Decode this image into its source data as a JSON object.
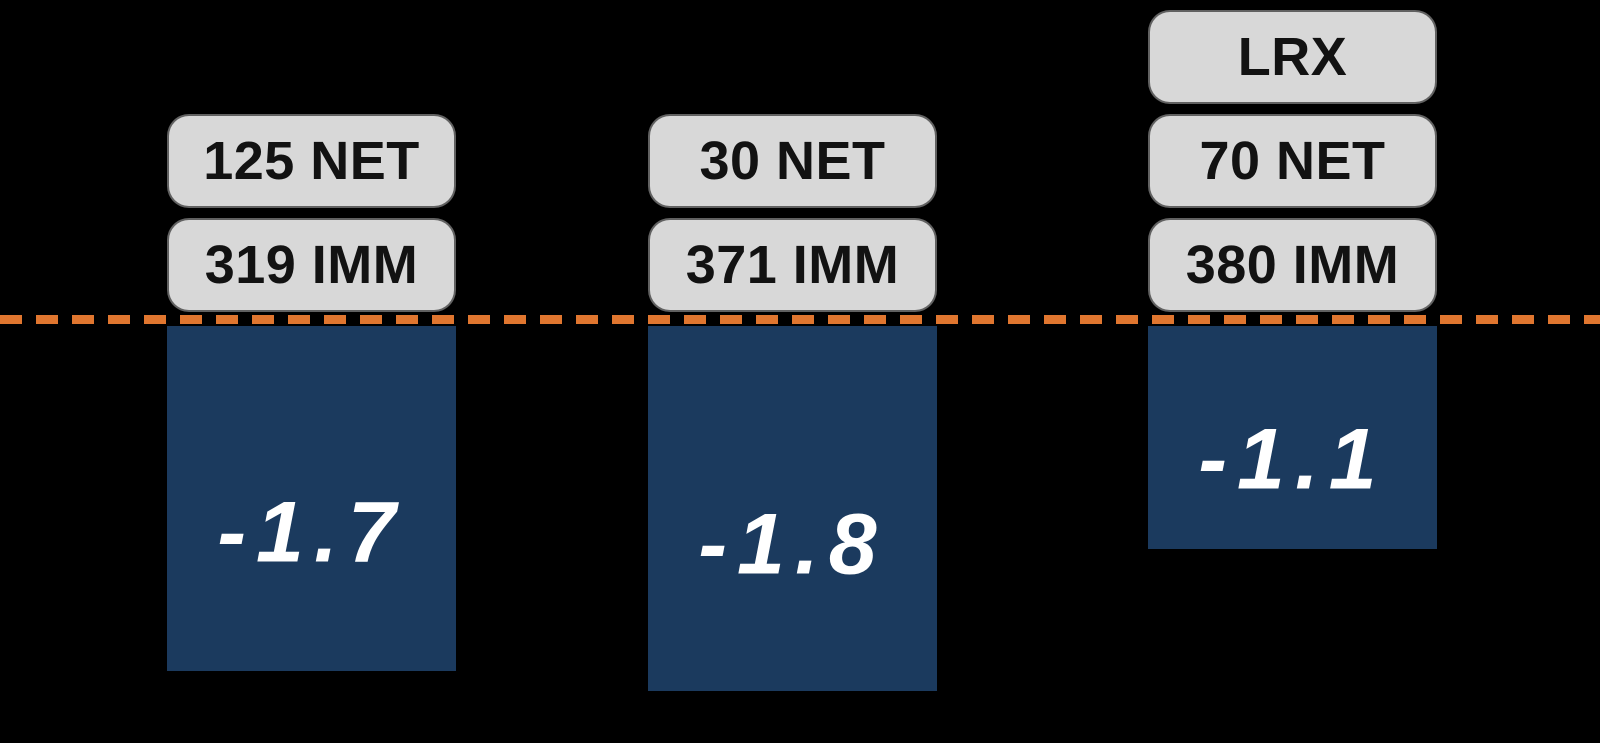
{
  "chart_data": {
    "type": "bar",
    "orientation": "vertical",
    "title": "",
    "xlabel": "",
    "ylabel": "",
    "ylim": [
      -2.0,
      0
    ],
    "grid": false,
    "legend": null,
    "baseline": {
      "value": 0,
      "style": "dashed",
      "color": "#E0762F"
    },
    "categories": [
      "125 NET / 319 IMM",
      "30 NET / 371 IMM",
      "LRX / 70 NET / 380 IMM"
    ],
    "values": [
      -1.7,
      -1.8,
      -1.1
    ],
    "bars": [
      {
        "tags": [
          "125 NET",
          "319 IMM"
        ],
        "value": -1.7,
        "value_label": "-1.7"
      },
      {
        "tags": [
          "30 NET",
          "371 IMM"
        ],
        "value": -1.8,
        "value_label": "-1.8"
      },
      {
        "tags": [
          "LRX",
          "70 NET",
          "380 IMM"
        ],
        "value": -1.1,
        "value_label": "-1.1"
      }
    ],
    "colors": {
      "background": "#000000",
      "bar": "#1B3A5E",
      "baseline_dash": "#E0762F",
      "tag_pill_background": "#D8D8D8",
      "tag_pill_text": "#121212",
      "bar_value_text": "#FFFFFF"
    }
  }
}
